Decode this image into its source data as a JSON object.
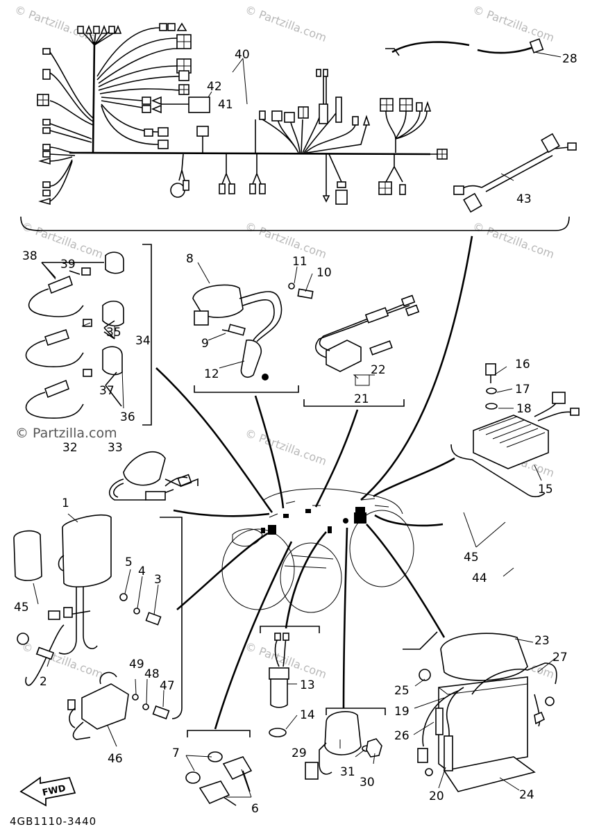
{
  "diagram": {
    "part_code": "4GB1110-3440",
    "fwd_label": "FWD",
    "watermark": "© Partzilla.com",
    "callouts": [
      "1",
      "2",
      "3",
      "4",
      "5",
      "6",
      "7",
      "8",
      "9",
      "10",
      "11",
      "12",
      "13",
      "14",
      "15",
      "16",
      "17",
      "18",
      "19",
      "20",
      "21",
      "22",
      "23",
      "24",
      "25",
      "26",
      "27",
      "28",
      "29",
      "30",
      "31",
      "32",
      "33",
      "34",
      "35",
      "36",
      "37",
      "38",
      "39",
      "40",
      "41",
      "42",
      "43",
      "44",
      "45",
      "45",
      "46",
      "47",
      "48",
      "49"
    ]
  }
}
